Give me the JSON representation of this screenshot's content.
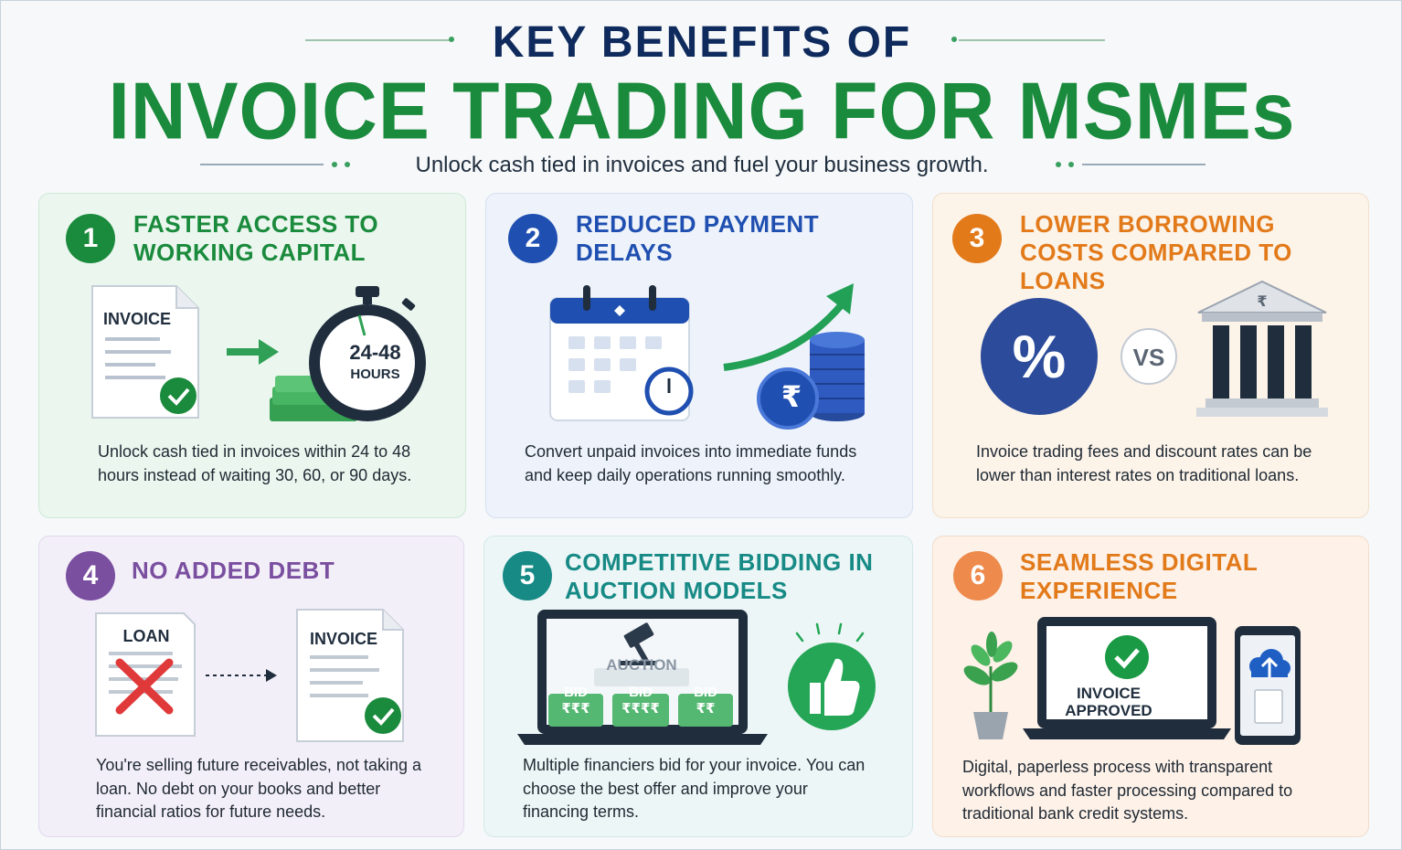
{
  "header": {
    "title_top": "KEY BENEFITS OF",
    "title_main": "INVOICE TRADING FOR MSMEs",
    "subtitle": "Unlock cash tied in invoices and fuel your business growth."
  },
  "colors": {
    "navy": "#0f2a5c",
    "green": "#1a8a3c",
    "blue": "#1f4fb0",
    "orange": "#e27a1a",
    "purple": "#7a4fa0",
    "teal": "#178a86"
  },
  "cards": [
    {
      "number": "1",
      "title": "FASTER ACCESS TO WORKING CAPITAL",
      "description": "Unlock cash tied in invoices within 24 to 48 hours instead of waiting 30, 60, or 90 days.",
      "invoice_label": "INVOICE",
      "timer_top": "24-48",
      "timer_bottom": "HOURS",
      "icons": [
        "invoice-document-icon",
        "arrow-right-icon",
        "stopwatch-icon",
        "cash-stack-icon"
      ]
    },
    {
      "number": "2",
      "title": "REDUCED PAYMENT DELAYS",
      "description": "Convert unpaid invoices into immediate funds and keep daily operations running smoothly.",
      "coin_symbol": "₹",
      "icons": [
        "calendar-icon",
        "clock-icon",
        "growth-arrow-icon",
        "rupee-coin-icon"
      ]
    },
    {
      "number": "3",
      "title": "LOWER BORROWING COSTS COMPARED TO LOANS",
      "description": "Invoice trading fees and discount rates can be lower than interest rates on traditional loans.",
      "percent_symbol": "%",
      "vs_label": "VS",
      "bank_symbol": "₹",
      "icons": [
        "percent-icon",
        "bank-icon"
      ]
    },
    {
      "number": "4",
      "title": "NO ADDED DEBT",
      "description": "You're selling future receivables, not taking a loan. No debt on your books and better financial ratios for future needs.",
      "loan_label": "LOAN",
      "invoice_label": "INVOICE",
      "icons": [
        "loan-document-icon",
        "cross-icon",
        "dotted-arrow-icon",
        "invoice-document-icon"
      ]
    },
    {
      "number": "5",
      "title": "COMPETITIVE BIDDING IN AUCTION MODELS",
      "description": "Multiple financiers bid for your invoice. You can choose the best offer and improve your financing terms.",
      "auction_label": "AUCTION",
      "bids": [
        {
          "label": "BID",
          "amount": "₹₹₹"
        },
        {
          "label": "BID",
          "amount": "₹₹₹₹"
        },
        {
          "label": "BID",
          "amount": "₹₹"
        }
      ],
      "icons": [
        "laptop-icon",
        "gavel-icon",
        "thumbs-up-icon"
      ]
    },
    {
      "number": "6",
      "title": "SEAMLESS DIGITAL EXPERIENCE",
      "description": "Digital, paperless process with transparent workflows and faster processing compared to traditional bank credit systems.",
      "screen_label_1": "INVOICE",
      "screen_label_2": "APPROVED",
      "icons": [
        "plant-icon",
        "laptop-icon",
        "phone-icon",
        "cloud-upload-icon"
      ]
    }
  ]
}
